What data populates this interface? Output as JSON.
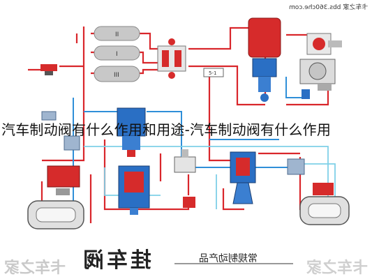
{
  "watermark": "卡车之家 bbs.360che.com",
  "overlay_title": "汽车制动阀有什么作用和用途-汽车制动阀有什么作用",
  "banner": {
    "main": "挂车阀",
    "sub": "常规制动产品"
  },
  "logo_left": "卡车之家",
  "logo_right": "卡车之家",
  "tanks": [
    {
      "label": "II"
    },
    {
      "label": "I"
    },
    {
      "label": "III"
    }
  ],
  "small_tag": "5-1",
  "colors": {
    "red_line": "#d9262b",
    "blue_line": "#2f8fd8",
    "cyan_line": "#7fd0e8",
    "component_blue": "#2a6fc4",
    "component_red": "#d62b2b",
    "component_grey": "#b9b9b9"
  }
}
